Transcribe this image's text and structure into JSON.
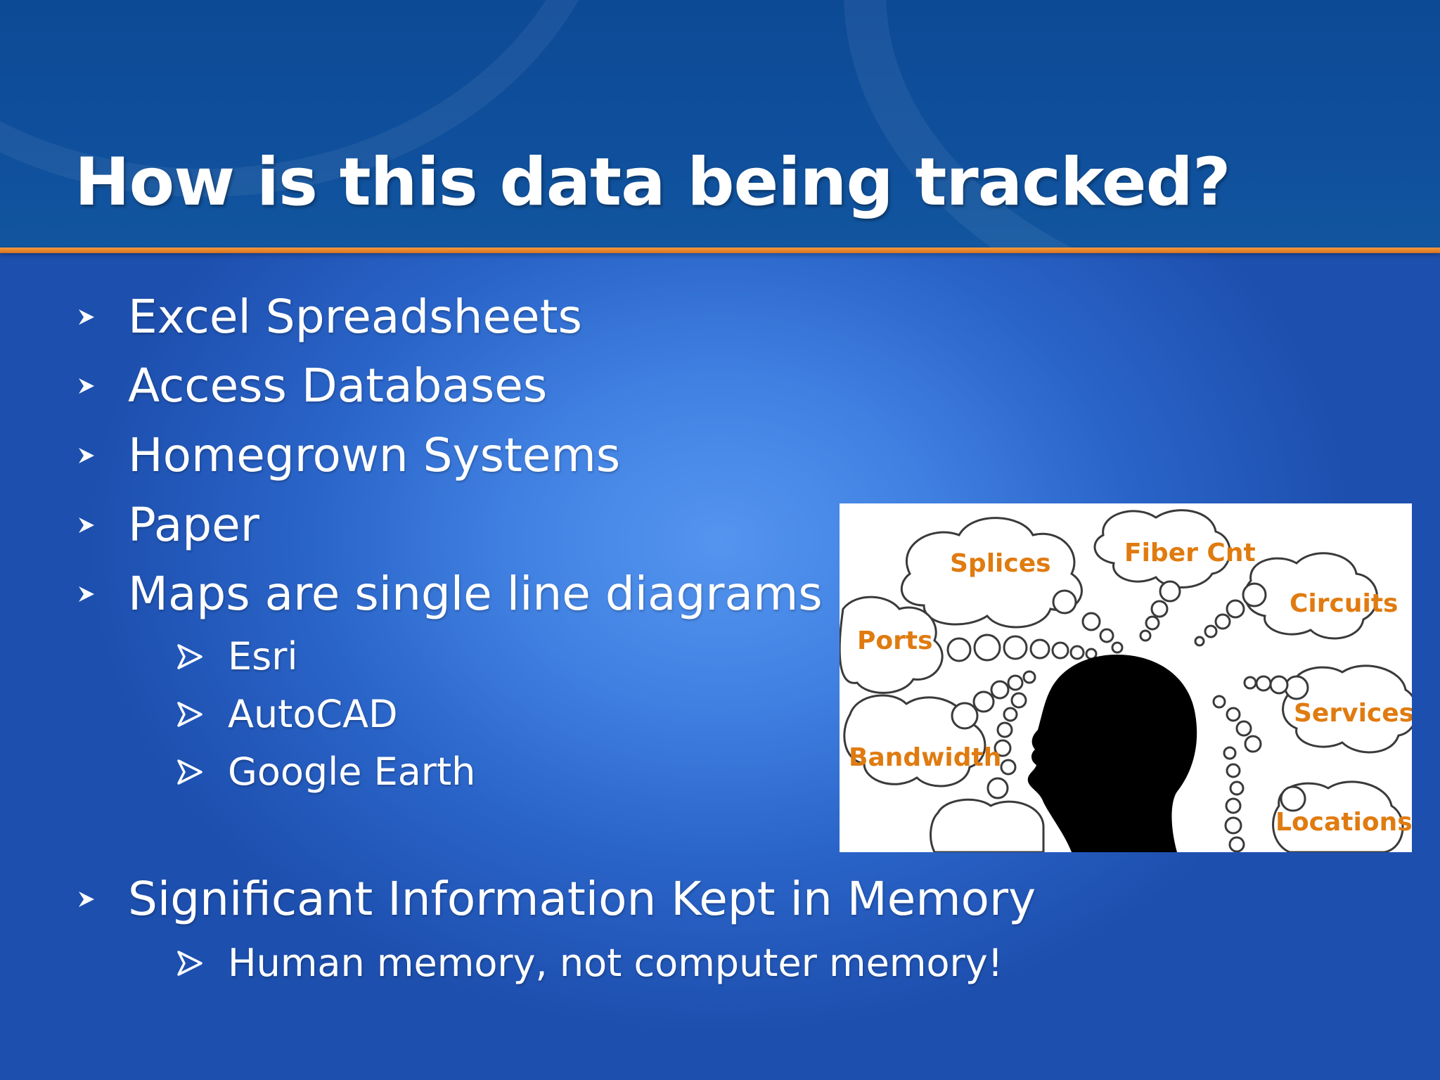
{
  "slide": {
    "title": "How is this data being tracked?",
    "bullets": [
      {
        "text": "Excel Spreadsheets",
        "level": 1
      },
      {
        "text": "Access Databases",
        "level": 1
      },
      {
        "text": "Homegrown Systems",
        "level": 1
      },
      {
        "text": "Paper",
        "level": 1
      },
      {
        "text": "Maps are single line diagrams",
        "level": 1
      },
      {
        "text": "Esri",
        "level": 2
      },
      {
        "text": "AutoCAD",
        "level": 2
      },
      {
        "text": "Google Earth",
        "level": 2
      },
      {
        "text": "Significant Information Kept in Memory",
        "level": 1
      },
      {
        "text": "Human memory, not computer memory!",
        "level": 2
      }
    ],
    "image": {
      "labels": [
        "Splices",
        "Fiber Cnt",
        "Circuits",
        "Ports",
        "Services",
        "Bandwidth",
        "Locations"
      ]
    },
    "colors": {
      "title_band": "#0f4f9c",
      "accent_rule": "#e8862c",
      "label_orange": "#e07b10"
    }
  }
}
